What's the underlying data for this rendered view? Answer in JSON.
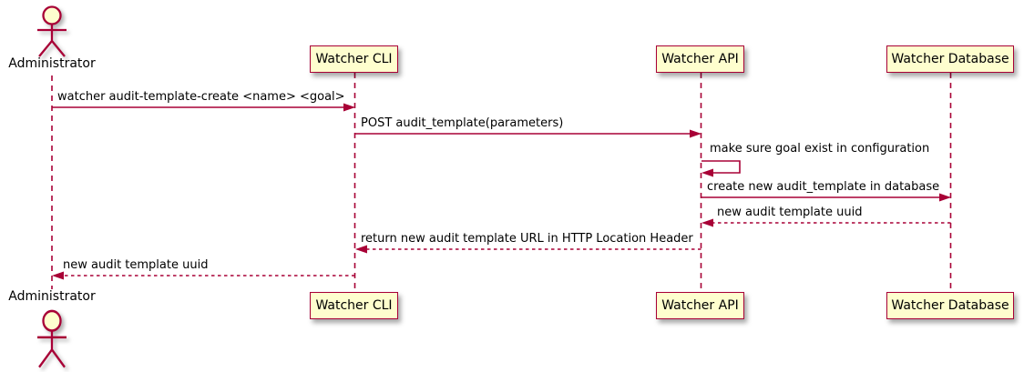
{
  "diagram_type": "sequence-diagram",
  "colors": {
    "accent": "#A80036",
    "participant_fill": "#FEFECE",
    "text": "#000000",
    "background": "#FFFFFF"
  },
  "participants": [
    {
      "name": "Administrator",
      "type": "actor"
    },
    {
      "name": "Watcher CLI",
      "type": "participant"
    },
    {
      "name": "Watcher API",
      "type": "participant"
    },
    {
      "name": "Watcher Database",
      "type": "participant"
    }
  ],
  "messages": [
    {
      "text": "watcher audit-template-create <name> <goal>",
      "from": "Administrator",
      "to": "Watcher CLI",
      "line": "solid"
    },
    {
      "text": "POST audit_template(parameters)",
      "from": "Watcher CLI",
      "to": "Watcher API",
      "line": "solid"
    },
    {
      "text": "make sure goal exist in configuration",
      "from": "Watcher API",
      "to": "Watcher API",
      "line": "solid",
      "self_message": true
    },
    {
      "text": "create new audit_template in database",
      "from": "Watcher API",
      "to": "Watcher Database",
      "line": "solid"
    },
    {
      "text": "new audit template uuid",
      "from": "Watcher Database",
      "to": "Watcher API",
      "line": "dashed"
    },
    {
      "text": "return new audit template URL in HTTP Location Header",
      "from": "Watcher API",
      "to": "Watcher CLI",
      "line": "dashed"
    },
    {
      "text": "new audit template uuid",
      "from": "Watcher CLI",
      "to": "Administrator",
      "line": "dashed"
    }
  ]
}
